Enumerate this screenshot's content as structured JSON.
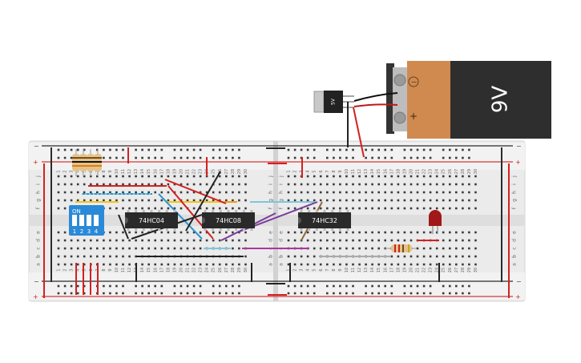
{
  "battery": {
    "label": "9V",
    "minus": "−",
    "plus": "+",
    "body_color": "#2e2e2e",
    "cap_color": "#d08a4f"
  },
  "regulator": {
    "label": "5V"
  },
  "chips": [
    {
      "id": "chip-1",
      "label": "74HC04"
    },
    {
      "id": "chip-2",
      "label": "74HC08"
    },
    {
      "id": "chip-3",
      "label": "74HC32"
    }
  ],
  "dip_switch": {
    "on_label": "ON",
    "numbers": [
      "1",
      "2",
      "3",
      "4"
    ],
    "color": "#2a8ad8"
  },
  "breadboard": {
    "left_cols": [
      "1",
      "2",
      "3",
      "4",
      "5",
      "6",
      "7",
      "8",
      "9",
      "10",
      "11",
      "12",
      "13",
      "14",
      "15",
      "16",
      "17",
      "18",
      "19",
      "20",
      "21",
      "22",
      "23",
      "24",
      "25",
      "26",
      "27",
      "28",
      "29",
      "30"
    ],
    "right_cols": [
      "1",
      "2",
      "3",
      "4",
      "5",
      "6",
      "7",
      "8",
      "9",
      "10",
      "11",
      "12",
      "13",
      "14",
      "15",
      "16",
      "17",
      "18",
      "19",
      "20",
      "21",
      "22",
      "23",
      "24",
      "25",
      "26",
      "27",
      "28",
      "29",
      "30"
    ],
    "rows_top": [
      "j",
      "i",
      "h",
      "g",
      "f"
    ],
    "rows_bottom": [
      "e",
      "d",
      "c",
      "b",
      "a"
    ],
    "rail_plus": "+",
    "rail_minus": "−"
  },
  "colors": {
    "board": "#eeeeee",
    "rail_red": "#d43a3a",
    "rail_black": "#2b2b2b",
    "wire_red": "#d42020",
    "wire_black": "#222222",
    "wire_blue": "#2b96d3",
    "wire_lightblue": "#7cc7dd",
    "wire_yellow": "#f3c316",
    "wire_purple": "#7a3b9a",
    "wire_magenta": "#b0359b",
    "wire_gray": "#a9a9a9",
    "wire_brown": "#8b6a3a",
    "led": "#a01818",
    "chip": "#2a2a2a"
  }
}
